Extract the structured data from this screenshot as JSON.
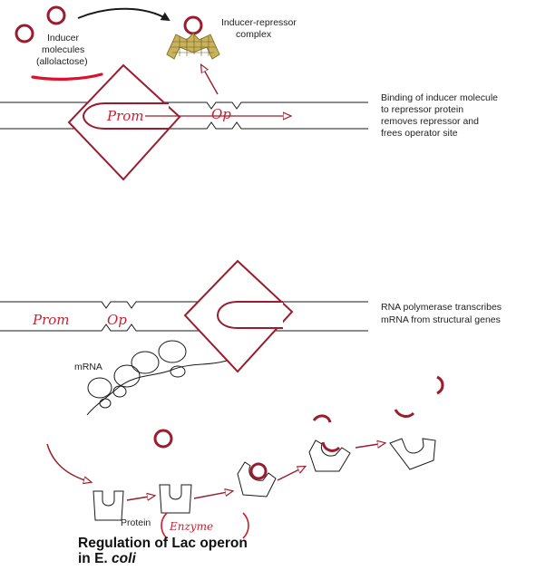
{
  "colors": {
    "repressor": "#9b1c2c",
    "annotation": "#cc1e2e",
    "line": "#1a1a1a",
    "complex": "#b9a24a"
  },
  "top_panel": {
    "inducer_label_line1": "Inducer",
    "inducer_label_line2": "molecules",
    "inducer_label_line3": "(allolactose)",
    "complex_label_line1": "Inducer-repressor",
    "complex_label_line2": "complex",
    "promoter_note": "Prom",
    "operator_note": "Op",
    "caption_line1": "Binding of inducer molecule",
    "caption_line2": "to repressor protein",
    "caption_line3": "removes repressor and",
    "caption_line4": "frees operator site"
  },
  "bottom_panel": {
    "promoter_note": "Prom",
    "operator_note": "Op",
    "caption_line1": "RNA polymerase transcribes",
    "caption_line2": "mRNA from structural genes",
    "mrna_label": "mRNA",
    "protein_label": "Protein",
    "enzyme_note": "Enzyme"
  },
  "title": {
    "line1": "Regulation of Lac operon",
    "line2": "in E. ",
    "line2_italic": "coli"
  }
}
